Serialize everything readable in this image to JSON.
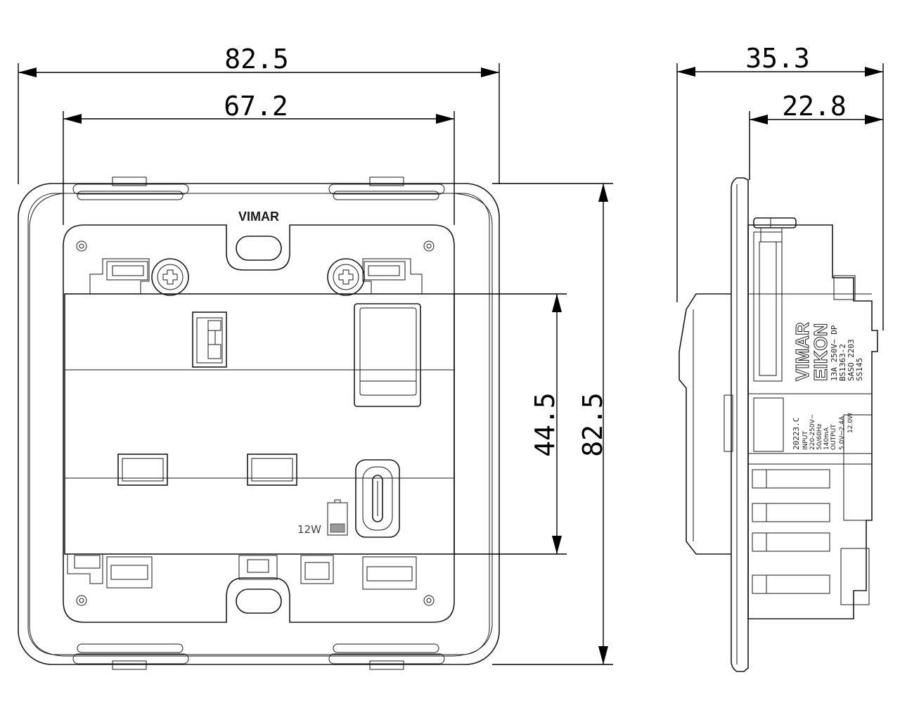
{
  "dimensions": {
    "front_outer_width": "82.5",
    "front_inner_width": "67.2",
    "front_inner_height": "44.5",
    "front_outer_height": "82.5",
    "side_total_depth": "35.3",
    "side_body_depth": "22.8"
  },
  "front": {
    "brand": "VIMAR",
    "usb_power": "12W"
  },
  "side": {
    "brand_1": "VIMAR",
    "brand_2": "EIKON",
    "rating": "13A 250V~ DP",
    "standard_1": "BS1363-2",
    "standard_2": "SASO 2203",
    "standard_3": "SS145",
    "model": "20223.C",
    "input_label": "INPUT",
    "input_voltage": "220-250V~",
    "input_freq": "50/60Hz",
    "input_current": "140mA",
    "output_label": "OUTPUT",
    "output_value": "5.0V⎓2.4A",
    "output_power": "12.0W"
  }
}
